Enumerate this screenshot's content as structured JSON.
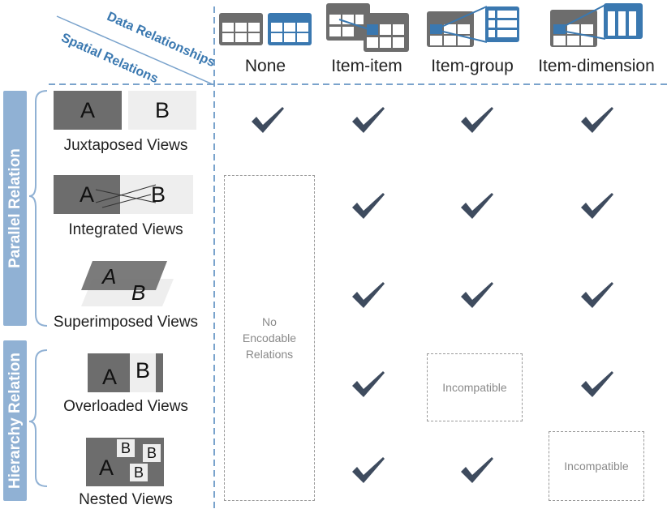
{
  "header": {
    "data_relationships": "Data Relationships",
    "spatial_relations": "Spatial Relations",
    "columns": [
      "None",
      "Item-item",
      "Item-group",
      "Item-dimension"
    ]
  },
  "groups": {
    "parallel": "Parallel Relation",
    "hierarchy": "Hierarchy Relation"
  },
  "rows": [
    {
      "label": "Juxtaposed Views",
      "icon_a": "A",
      "icon_b": "B"
    },
    {
      "label": "Integrated Views",
      "icon_a": "A",
      "icon_b": "B"
    },
    {
      "label": "Superimposed Views",
      "icon_a": "A",
      "icon_b": "B"
    },
    {
      "label": "Overloaded Views",
      "icon_a": "A",
      "icon_b": "B"
    },
    {
      "label": "Nested Views",
      "icon_a": "A",
      "icon_b": "B"
    }
  ],
  "cells": {
    "no_encodable": "No Encodable Relations",
    "incompatible_1": "Incompatible",
    "incompatible_2": "Incompatible",
    "check_icon": "check-icon"
  },
  "colors": {
    "accent": "#3a78b0",
    "check": "#3e4b5e",
    "group_bar": "#90b1d4",
    "dark_box": "#6d6d6d",
    "light_box": "#eeeeee"
  }
}
